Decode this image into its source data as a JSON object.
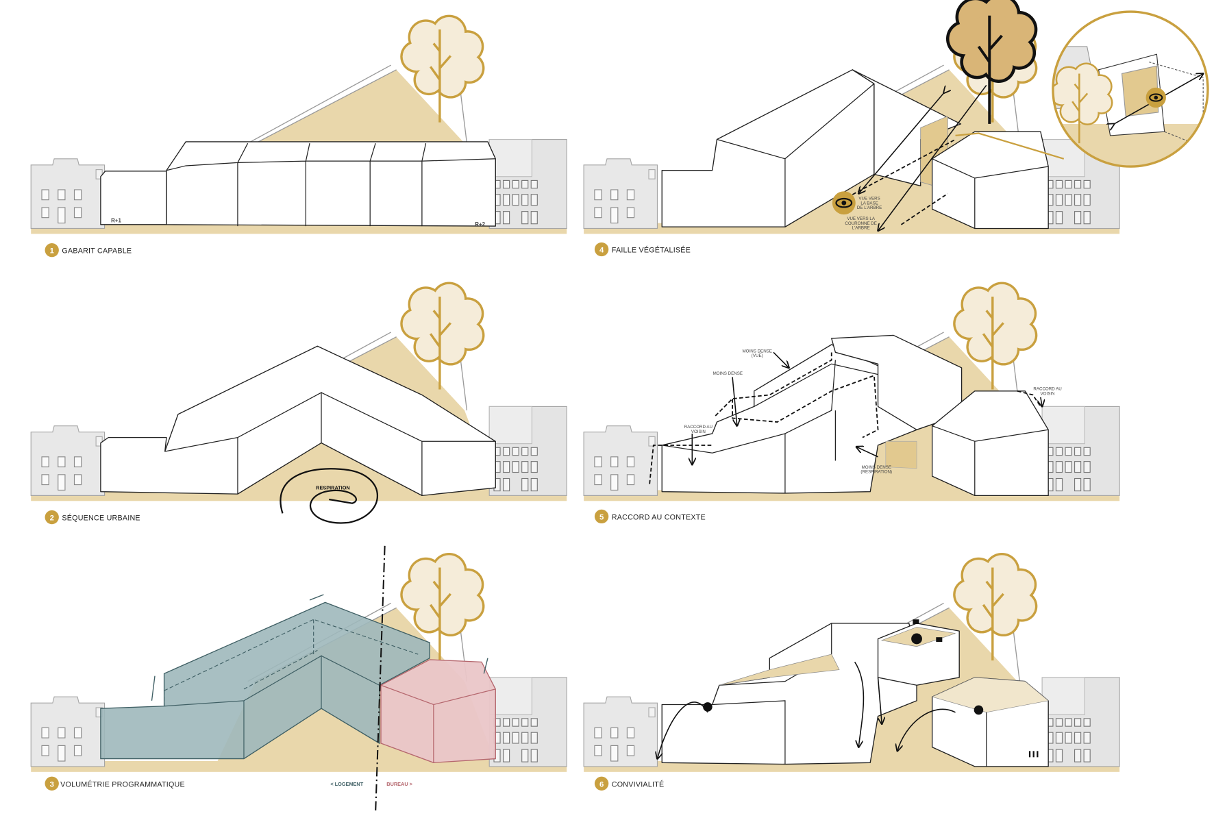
{
  "colors": {
    "gold": "#c9a03f",
    "sand": "#e9d7ab",
    "teal": "#9fb8bb",
    "teal_stroke": "#3f5f64",
    "pink": "#eac6c8",
    "pink_stroke": "#b5676e",
    "house": "#e6e6e6"
  },
  "panels": [
    {
      "number": "1",
      "title": "GABARIT CAPABLE",
      "annotations": {
        "left_height": "R+1",
        "right_height": "R+2"
      }
    },
    {
      "number": "2",
      "title": "SÉQUENCE URBAINE",
      "annotations": {
        "center": "RESPIRATION"
      }
    },
    {
      "number": "3",
      "title": "VOLUMÉTRIE PROGRAMMATIQUE",
      "annotations": {
        "left_program": "< LOGEMENT",
        "right_program": "BUREAU >"
      }
    },
    {
      "number": "4",
      "title": "FAILLE VÉGÉTALISÉE",
      "annotations": {
        "view_base": [
          "VUE VERS",
          "LA BASE",
          "DE L'ARBRE"
        ],
        "view_crown": [
          "VUE VERS LA",
          "COURONNE DE",
          "L'ARBRE"
        ]
      }
    },
    {
      "number": "5",
      "title": "RACCORD AU CONTEXTE",
      "annotations": {
        "less_dense_view": [
          "MOINS DENSE",
          "(VUE)"
        ],
        "less_dense": "MOINS DENSE",
        "neighbor_left": [
          "RACCORD AU",
          "VOISIN"
        ],
        "less_dense_breath": [
          "MOINS DENSE",
          "(RESPIRATION)"
        ],
        "neighbor_right": [
          "RACCORD AU",
          "VOISIN"
        ]
      }
    },
    {
      "number": "6",
      "title": "CONVIVIALITÉ"
    }
  ]
}
